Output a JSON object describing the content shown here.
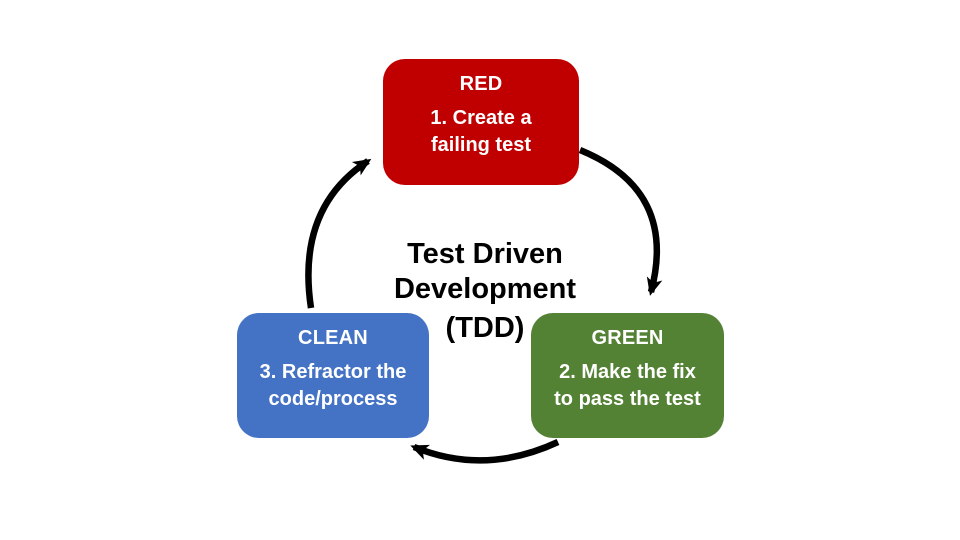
{
  "diagram": {
    "background_color": "#ffffff",
    "center": {
      "lines": [
        "Test Driven",
        "Development",
        "(TDD)"
      ]
    },
    "nodes": [
      {
        "id": "red",
        "title": "RED",
        "desc_lines": [
          "1. Create a",
          "failing test"
        ],
        "color": "#c00000",
        "text_color": "#ffffff"
      },
      {
        "id": "green",
        "title": "GREEN",
        "desc_lines": [
          "2. Make the fix",
          "to pass the test"
        ],
        "color": "#548235",
        "text_color": "#ffffff"
      },
      {
        "id": "clean",
        "title": "CLEAN",
        "desc_lines": [
          "3. Refractor the",
          "code/process"
        ],
        "color": "#4472c4",
        "text_color": "#ffffff"
      }
    ],
    "arrows": [
      {
        "name": "red-to-green",
        "color": "#000000"
      },
      {
        "name": "green-to-clean",
        "color": "#000000"
      },
      {
        "name": "clean-to-red",
        "color": "#000000"
      }
    ]
  }
}
